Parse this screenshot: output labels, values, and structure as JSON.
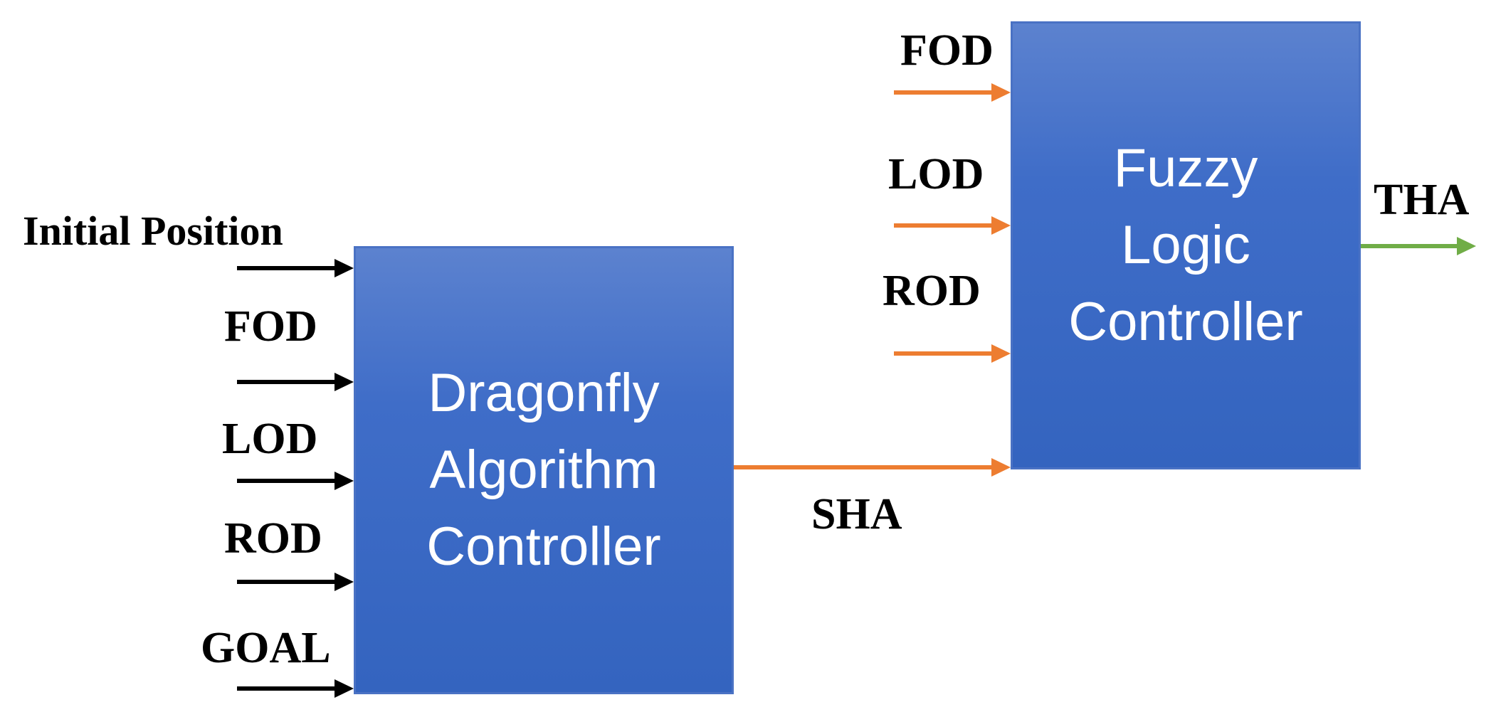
{
  "blocks": {
    "dragonfly": {
      "lines": [
        "Dragonfly",
        "Algorithm",
        "Controller"
      ]
    },
    "fuzzy": {
      "lines": [
        "Fuzzy",
        "Logic",
        "Controller"
      ]
    }
  },
  "dragonfly_inputs": [
    "Initial  Position",
    "FOD",
    "LOD",
    "ROD",
    "GOAL"
  ],
  "fuzzy_inputs": [
    "FOD",
    "LOD",
    "ROD"
  ],
  "connection_label": "SHA",
  "output_label": "THA",
  "colors": {
    "block_fill": "#3F6DC8",
    "block_border": "#4A72C4",
    "block_text": "#ffffff",
    "input_arrow_dragonfly": "#000000",
    "input_arrow_fuzzy": "#ED7D31",
    "connection_arrow": "#ED7D31",
    "output_arrow": "#70AD47"
  }
}
